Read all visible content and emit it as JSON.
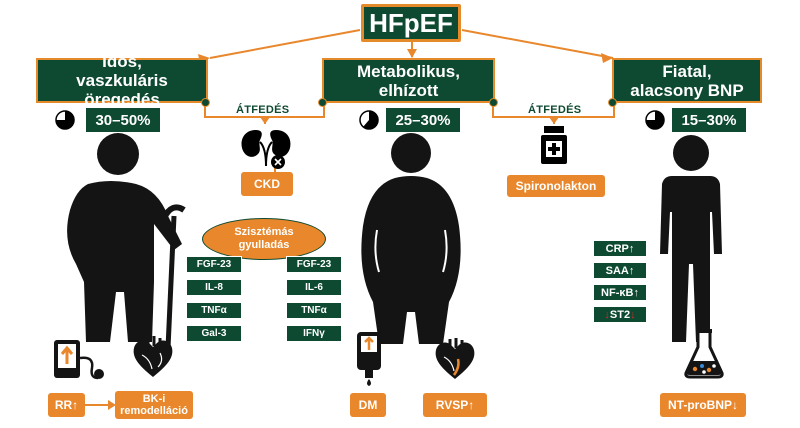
{
  "title": "HFpEF",
  "categories": [
    {
      "label": "Idős,\nvaszkuláris öregedés",
      "percent": "30–50%"
    },
    {
      "label": "Metabolikus,\nelhízott",
      "percent": "25–30%"
    },
    {
      "label": "Fiatal,\nalacsony BNP",
      "percent": "15–30%"
    }
  ],
  "overlaps": [
    {
      "label": "ÁTFEDÉS",
      "item": "CKD"
    },
    {
      "label": "ÁTFEDÉS",
      "item": "Spironolakton"
    }
  ],
  "inflammation": {
    "label": "Szisztémás\ngyulladás",
    "left": [
      "FGF-23",
      "IL-8",
      "TNFα",
      "Gal-3"
    ],
    "right": [
      "FGF-23",
      "IL-6",
      "TNFα",
      "IFNγ"
    ]
  },
  "markers": [
    {
      "name": "CRP",
      "arrow": "↑",
      "direction": "up"
    },
    {
      "name": "SAA",
      "arrow": "↑",
      "direction": "up"
    },
    {
      "name": "NF-κB",
      "arrow": "↑",
      "direction": "up"
    },
    {
      "name": "ST2",
      "arrow": "↓",
      "direction": "down"
    }
  ],
  "bottom": {
    "rr": {
      "name": "RR",
      "arrow": "↑"
    },
    "remodeling": "BK-i\nremodelláció",
    "dm": "DM",
    "rvsp": {
      "name": "RVSP",
      "arrow": "↑"
    },
    "ntprobnp": {
      "name": "NT-proBNP",
      "arrow": "↓"
    }
  },
  "colors": {
    "green": "#0e4a32",
    "orange": "#e8872b",
    "red": "#d92a2a"
  },
  "icons": [
    "pie-chart-icon",
    "elderly-person-icon",
    "obese-person-icon",
    "young-person-icon",
    "kidney-icon",
    "medicine-bottle-icon",
    "blood-pressure-monitor-icon",
    "heart-icon",
    "glucometer-icon",
    "flask-icon"
  ]
}
